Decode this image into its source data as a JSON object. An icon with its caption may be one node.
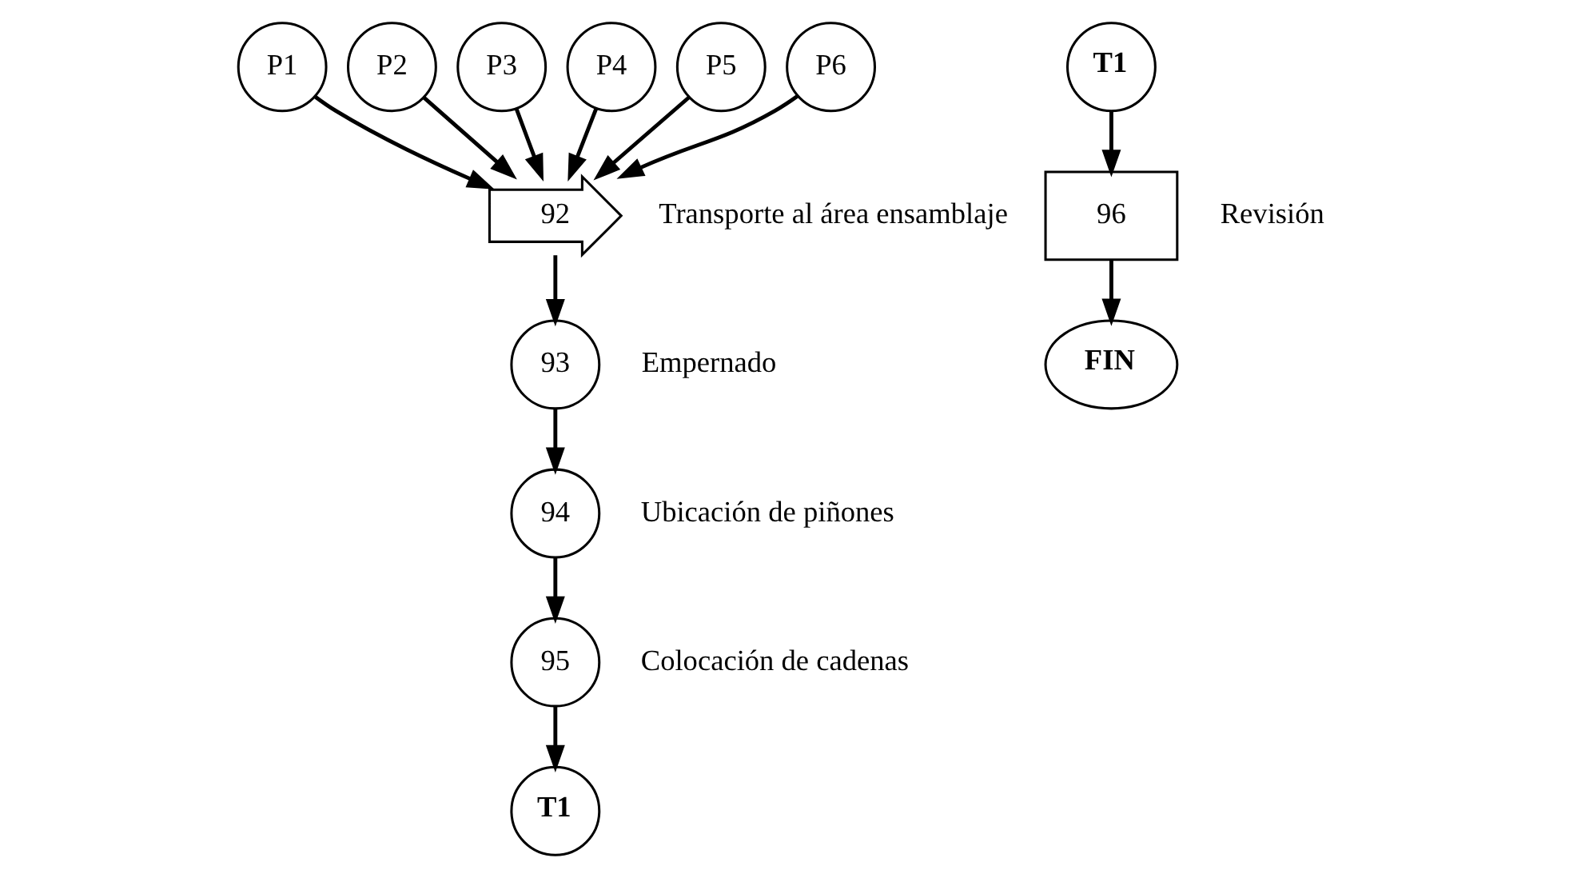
{
  "diagram": {
    "nodes": [
      {
        "text": [
          "P1"
        ]
      },
      {
        "text": [
          "P2"
        ]
      },
      {
        "text": [
          "P3"
        ]
      },
      {
        "text": [
          "P4"
        ]
      },
      {
        "text": [
          "P5"
        ]
      },
      {
        "text": [
          "P6"
        ]
      },
      {
        "text": [
          "92"
        ],
        "beside": [
          "Transporte al área ensamblaje"
        ]
      },
      {
        "text": [
          "93"
        ],
        "beside": [
          "Empernado"
        ]
      },
      {
        "text": [
          "94"
        ],
        "beside": [
          "Ubicación de piñones"
        ]
      },
      {
        "text": [
          "95"
        ],
        "beside": [
          "Colocación de cadenas"
        ]
      },
      {
        "text": [
          "T1"
        ]
      },
      {
        "text": [
          "T1"
        ]
      },
      {
        "text": [
          "96"
        ],
        "beside": [
          "Revisión"
        ]
      },
      {
        "text": [
          "FIN"
        ]
      }
    ],
    "edges": [
      {
        "from": 0,
        "to": 6,
        "arrow": "to"
      },
      {
        "from": 1,
        "to": 6,
        "arrow": "to"
      },
      {
        "from": 2,
        "to": 6,
        "arrow": "to"
      },
      {
        "from": 3,
        "to": 6,
        "arrow": "to"
      },
      {
        "from": 4,
        "to": 6,
        "arrow": "to"
      },
      {
        "from": 5,
        "to": 6,
        "arrow": "to"
      },
      {
        "from": 6,
        "to": 7,
        "arrow": "to"
      },
      {
        "from": 7,
        "to": 8,
        "arrow": "to"
      },
      {
        "from": 8,
        "to": 9,
        "arrow": "to"
      },
      {
        "from": 9,
        "to": 10,
        "arrow": "to"
      },
      {
        "from": 11,
        "to": 12,
        "arrow": "to"
      },
      {
        "from": 12,
        "to": 13,
        "arrow": "to"
      }
    ]
  }
}
